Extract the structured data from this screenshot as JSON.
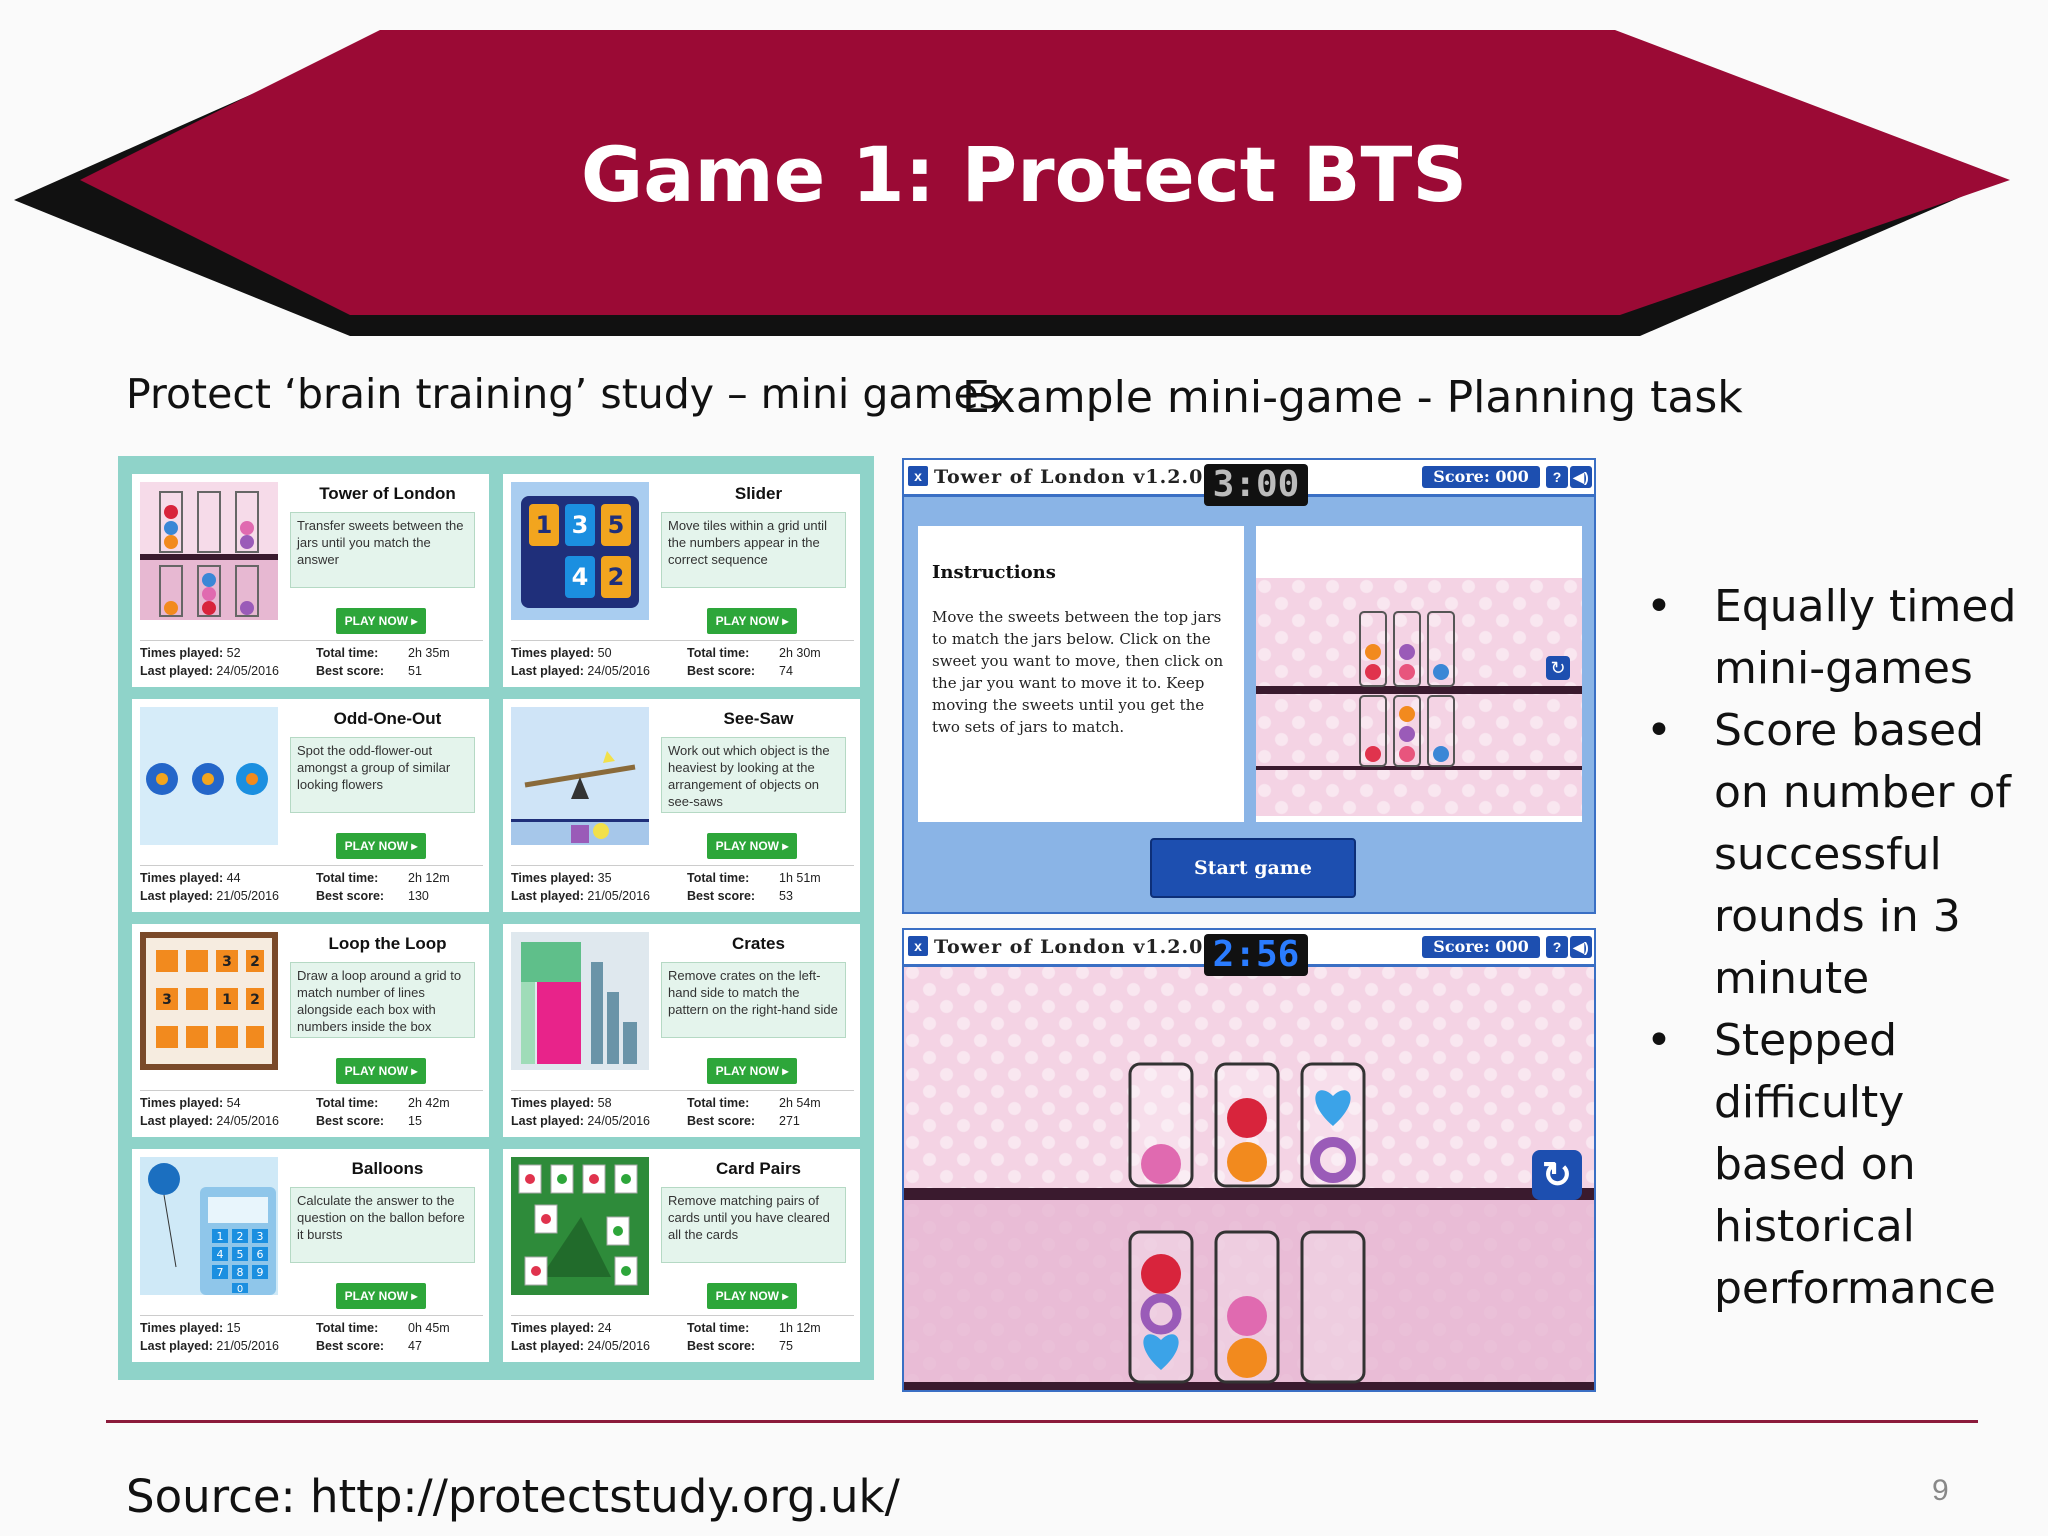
{
  "banner": {
    "title": "Game 1: Protect BTS",
    "color": "#9b0a35"
  },
  "left_subtitle": "Protect ‘brain training’ study – mini games",
  "right_subtitle": "Example mini-game - Planning task",
  "games": [
    {
      "title": "Tower of London",
      "desc": "Transfer sweets between the jars until you match the answer",
      "play": "PLAY NOW",
      "times_label": "Times played:",
      "times": "52",
      "last_label": "Last played:",
      "last": "24/05/2016",
      "total_label": "Total time:",
      "total": "2h 35m",
      "best_label": "Best score:",
      "best": "51",
      "icon": "tower-of-london-thumb"
    },
    {
      "title": "Slider",
      "desc": "Move tiles within a grid until the numbers appear in the correct sequence",
      "play": "PLAY NOW",
      "times_label": "Times played:",
      "times": "50",
      "last_label": "Last played:",
      "last": "24/05/2016",
      "total_label": "Total time:",
      "total": "2h 30m",
      "best_label": "Best score:",
      "best": "74",
      "icon": "slider-thumb"
    },
    {
      "title": "Odd-One-Out",
      "desc": "Spot the odd-flower-out amongst a group of similar looking flowers",
      "play": "PLAY NOW",
      "times_label": "Times played:",
      "times": "44",
      "last_label": "Last played:",
      "last": "21/05/2016",
      "total_label": "Total time:",
      "total": "2h 12m",
      "best_label": "Best score:",
      "best": "130",
      "icon": "odd-one-out-thumb"
    },
    {
      "title": "See-Saw",
      "desc": "Work out which object is the heaviest by looking at the arrangement of objects on see-saws",
      "play": "PLAY NOW",
      "times_label": "Times played:",
      "times": "35",
      "last_label": "Last played:",
      "last": "21/05/2016",
      "total_label": "Total time:",
      "total": "1h 51m",
      "best_label": "Best score:",
      "best": "53",
      "icon": "see-saw-thumb"
    },
    {
      "title": "Loop the Loop",
      "desc": "Draw a loop around a grid to match number of lines alongside each box with numbers inside the box",
      "play": "PLAY NOW",
      "times_label": "Times played:",
      "times": "54",
      "last_label": "Last played:",
      "last": "24/05/2016",
      "total_label": "Total time:",
      "total": "2h 42m",
      "best_label": "Best score:",
      "best": "15",
      "icon": "loop-the-loop-thumb"
    },
    {
      "title": "Crates",
      "desc": "Remove crates on the left-hand side to match the pattern on the right-hand side",
      "play": "PLAY NOW",
      "times_label": "Times played:",
      "times": "58",
      "last_label": "Last played:",
      "last": "24/05/2016",
      "total_label": "Total time:",
      "total": "2h 54m",
      "best_label": "Best score:",
      "best": "271",
      "icon": "crates-thumb"
    },
    {
      "title": "Balloons",
      "desc": "Calculate the answer to the question on the ballon before it bursts",
      "play": "PLAY NOW",
      "times_label": "Times played:",
      "times": "15",
      "last_label": "Last played:",
      "last": "21/05/2016",
      "total_label": "Total time:",
      "total": "0h 45m",
      "best_label": "Best score:",
      "best": "47",
      "icon": "balloons-thumb"
    },
    {
      "title": "Card Pairs",
      "desc": "Remove matching pairs of cards until you have cleared all the cards",
      "play": "PLAY NOW",
      "times_label": "Times played:",
      "times": "24",
      "last_label": "Last played:",
      "last": "24/05/2016",
      "total_label": "Total time:",
      "total": "1h 12m",
      "best_label": "Best score:",
      "best": "75",
      "icon": "card-pairs-thumb"
    }
  ],
  "slider_tiles": [
    "1",
    "3",
    "5",
    "4",
    "2"
  ],
  "loop_numbers": [
    "3",
    "2",
    "3",
    "1",
    "2"
  ],
  "balloon_keys": [
    "1",
    "2",
    "3",
    "4",
    "5",
    "6",
    "7",
    "8",
    "9",
    "0"
  ],
  "game_window": {
    "title": "Tower of London v1.2.0",
    "close": "x",
    "score": "Score: 000",
    "help": "?",
    "sound": "◀)",
    "timer_start": "3:00",
    "timer_live": "2:56",
    "instructions_heading": "Instructions",
    "instructions_text": "Move the sweets between the top jars to match the jars below. Click on the sweet you want to move, then click on the jar you want to move it to. Keep moving the sweets until you get the two sets of jars to match.",
    "start_button": "Start game"
  },
  "bullets": [
    "Equally timed mini-games",
    "Score based on number of successful rounds in 3 minute",
    "Stepped difficulty based on historical performance"
  ],
  "footer": {
    "source": "Source: http://protectstudy.org.uk/",
    "page": "9"
  },
  "colors": {
    "accent": "#9b0a35",
    "teal": "#8fd3c9",
    "play_green": "#2da63a",
    "game_blue": "#1d4fb0"
  }
}
